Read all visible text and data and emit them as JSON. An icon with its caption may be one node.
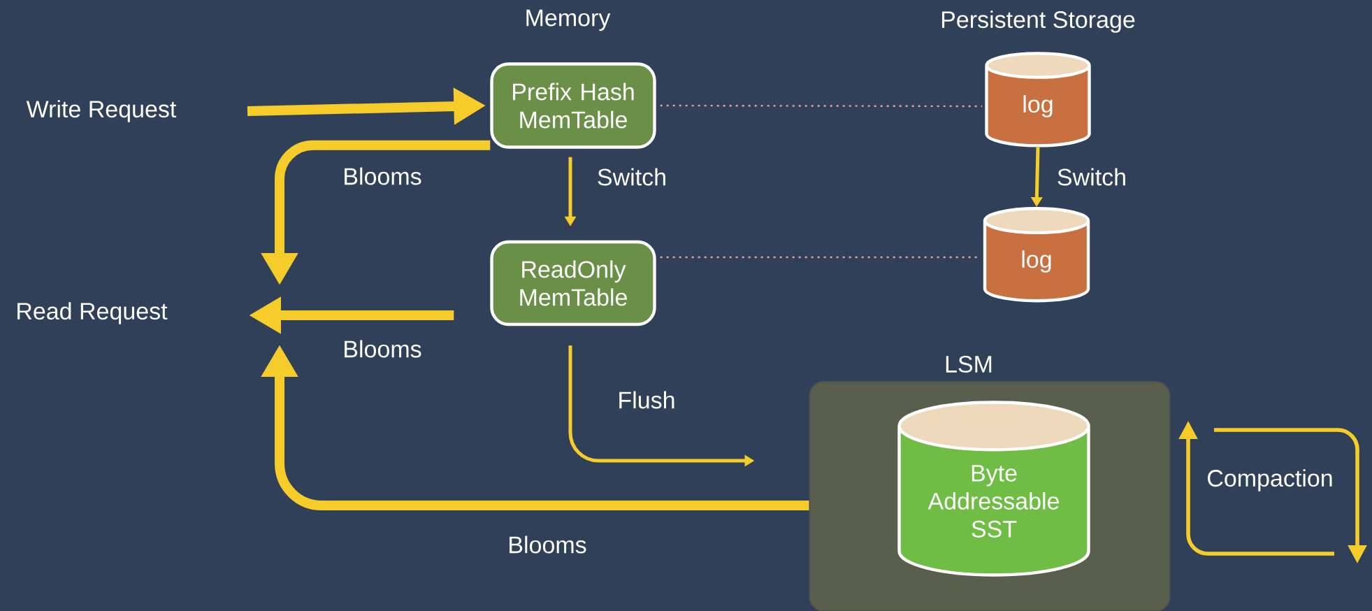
{
  "diagram": {
    "nodes": [
      {
        "text": [
          "Write Request"
        ]
      },
      {
        "text": [
          "Read Request"
        ]
      },
      {
        "text": [
          "Prefix Hash MemTable"
        ]
      },
      {
        "text": [
          "ReadOnly MemTable"
        ]
      },
      {
        "text": [
          "log"
        ]
      },
      {
        "text": [
          "log"
        ]
      },
      {
        "text": [
          "LSM"
        ]
      },
      {
        "text": [
          "Byte Addressable SST"
        ],
        "in": 6
      }
    ],
    "edges": [
      {
        "from": 0,
        "to": 2,
        "arrow": "to",
        "style": "thick"
      },
      {
        "from": 2,
        "to": 1,
        "arrow": "to",
        "style": "thick",
        "label": "Blooms"
      },
      {
        "from": 3,
        "to": 1,
        "arrow": "to",
        "style": "thick",
        "label": "Blooms"
      },
      {
        "from": 6,
        "to": 1,
        "arrow": "to",
        "style": "thick",
        "label": "Blooms"
      },
      {
        "from": 2,
        "to": 3,
        "arrow": "to",
        "label": "Switch"
      },
      {
        "from": 4,
        "to": 5,
        "arrow": "to",
        "label": "Switch"
      },
      {
        "from": 2,
        "to": 4,
        "arrow": "none",
        "style": "dashed",
        "color": "#e8a58c"
      },
      {
        "from": 3,
        "to": 5,
        "arrow": "none",
        "style": "dashed",
        "color": "#e8a58c"
      },
      {
        "from": 3,
        "to": 6,
        "arrow": "to",
        "label": "Flush"
      }
    ],
    "labels": [
      "Memory",
      "Persistent Storage",
      "Compaction"
    ]
  }
}
